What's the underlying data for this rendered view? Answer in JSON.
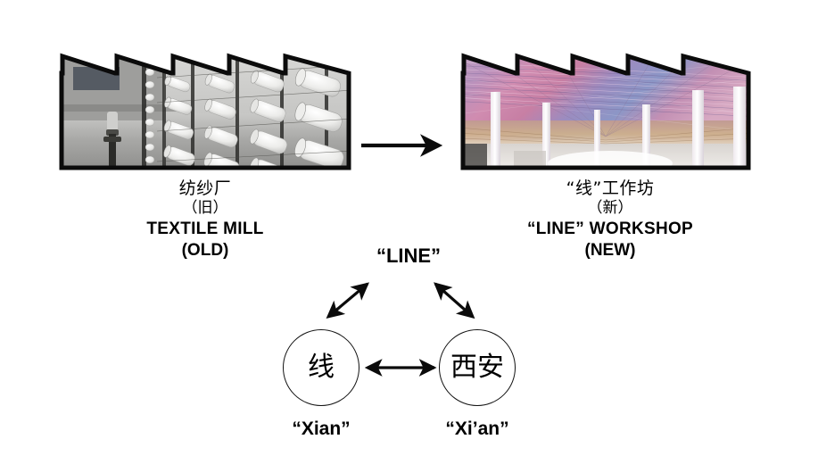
{
  "figure": {
    "background_color": "#ffffff",
    "stroke_color": "#111111"
  },
  "left_panel": {
    "icon": "factory-sawtooth-photo-frame",
    "photo_description": "grayscale-textile-mill-spindles",
    "teeth": 5,
    "captions": {
      "cn_title": "纺纱厂",
      "cn_sub": "（旧）",
      "en_title": "TEXTILE MILL",
      "en_sub": "(OLD)"
    }
  },
  "right_panel": {
    "icon": "factory-sawtooth-photo-frame",
    "photo_description": "colorful-thread-installation-warehouse",
    "teeth": 5,
    "colors": [
      "#e7a8c8",
      "#b98fc0",
      "#8f8fc4",
      "#c98aa8",
      "#d8b38d",
      "#efe3d6"
    ],
    "captions": {
      "cn_title": "“线”工作坊",
      "cn_sub": "（新）",
      "en_title": "“LINE” WORKSHOP",
      "en_sub": "(NEW)"
    }
  },
  "transform_arrow": {
    "icon": "arrow-right-icon",
    "direction": "right"
  },
  "diagram": {
    "top_label": "“LINE”",
    "nodes": [
      {
        "glyph": "线",
        "caption": "“Xian”"
      },
      {
        "glyph": "西安",
        "caption": "“Xi’an”"
      }
    ],
    "connectors": [
      {
        "icon": "double-arrow-diagonal-up-right-icon",
        "from": "线",
        "to": "“LINE”"
      },
      {
        "icon": "double-arrow-diagonal-up-left-icon",
        "from": "西安",
        "to": "“LINE”"
      },
      {
        "icon": "double-arrow-horizontal-icon",
        "from": "线",
        "to": "西安"
      }
    ]
  }
}
